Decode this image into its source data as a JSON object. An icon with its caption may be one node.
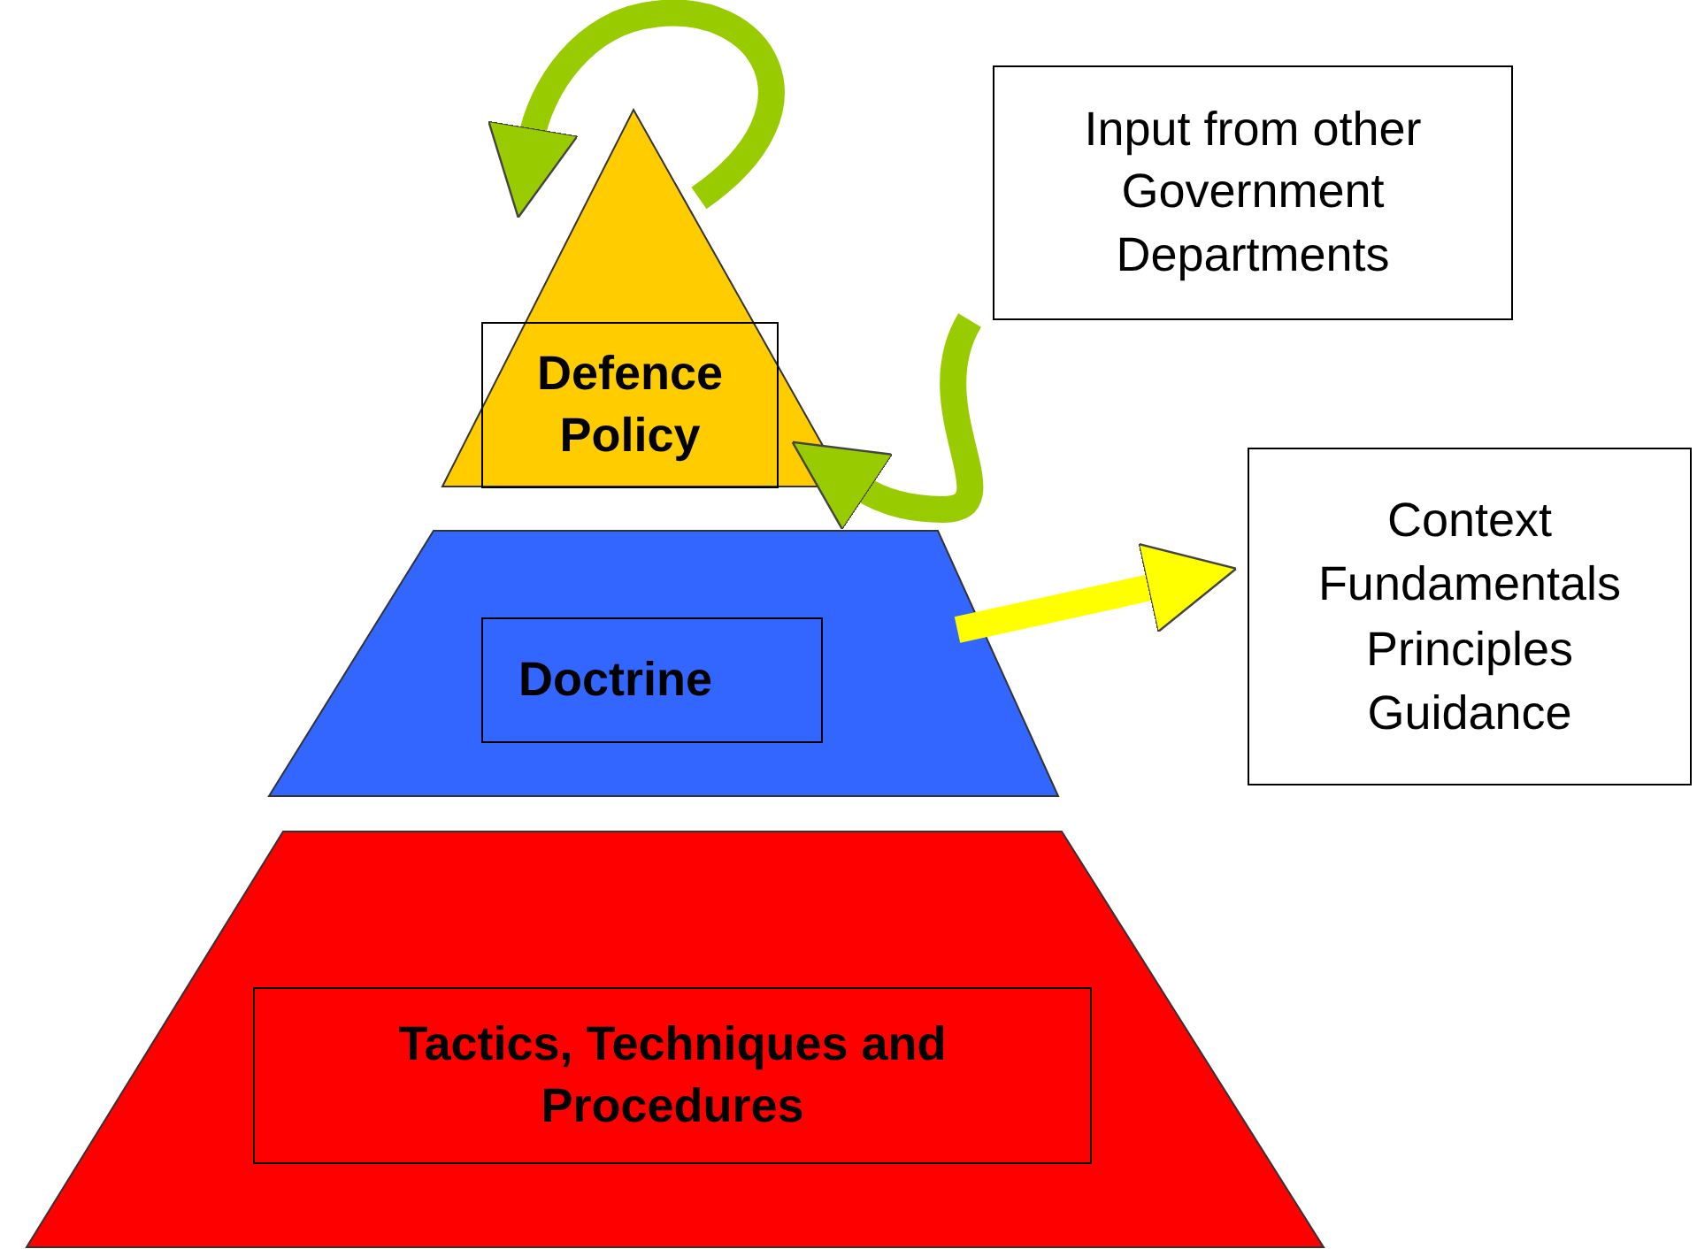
{
  "diagram": {
    "nodes": [
      {
        "text": [
          "Defence Policy"
        ]
      },
      {
        "text": [
          "Input from other Government Departments"
        ]
      },
      {
        "text": [
          "Context Fundamentals Principles Guidance"
        ]
      },
      {
        "text": [
          "Doctrine"
        ]
      },
      {
        "text": [
          "Tactics, Techniques and Procedures"
        ]
      }
    ],
    "edges": [
      {
        "from": 0,
        "to": 0,
        "arrow": "to"
      },
      {
        "from": 1,
        "to": 0,
        "arrow": "to"
      },
      {
        "from": 3,
        "to": 2,
        "arrow": "to",
        "color": "#ffff00"
      }
    ]
  }
}
